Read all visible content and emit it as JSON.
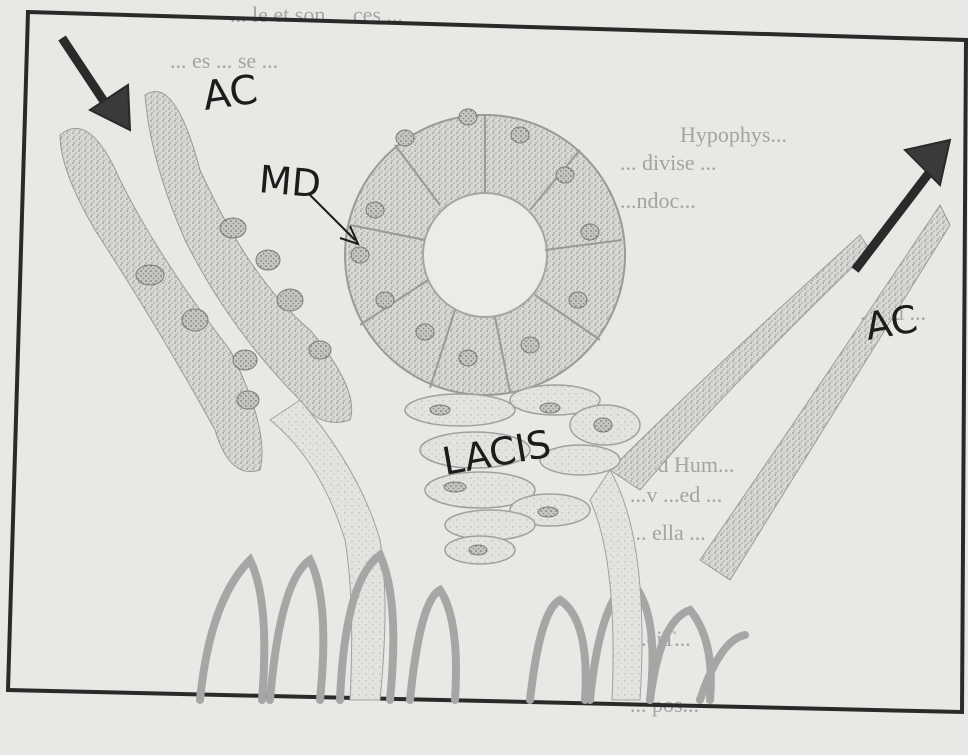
{
  "labels": {
    "ac_top_left": "AC",
    "md": "MD",
    "ac_right": "AC",
    "lacis": "LACIS"
  },
  "background_text": {
    "line_top_1": "... le et son ... ces ...",
    "line_top_2": "... es ... se ...",
    "line_mid_1": "Hypophys...",
    "line_mid_2": "... divise ...",
    "line_mid_3": "...ndoc...",
    "line_right_1": "... ou ...",
    "line_lower_1": "...nd Hum...",
    "line_lower_2": "...v ...ed ...",
    "line_lower_3": "... ella ...",
    "line_bottom_1": "...ciT...",
    "line_bottom_2": "... pos..."
  },
  "colors": {
    "paper": "#e9e8e4",
    "stipple": "#9a9a9a",
    "ink": "#1c1c1c",
    "frame": "#2a2a2a"
  }
}
